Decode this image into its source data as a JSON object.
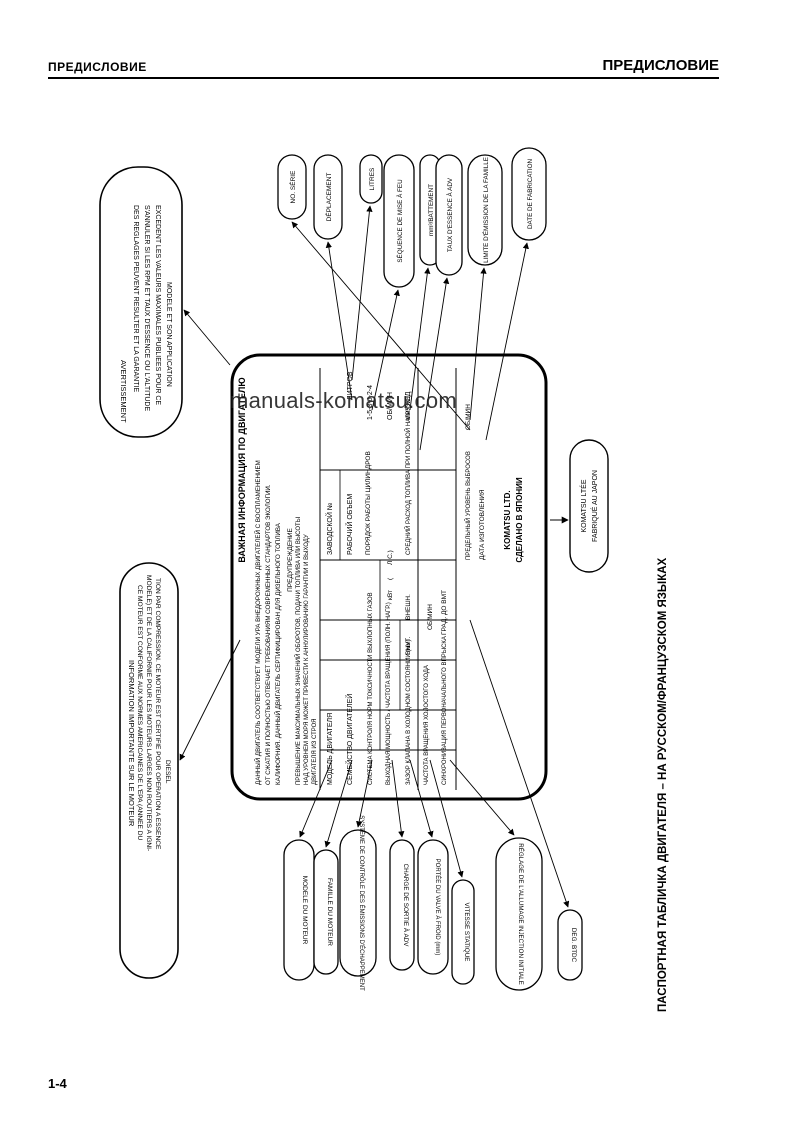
{
  "header": {
    "left": "ПРЕДИСЛОВИЕ",
    "right": "ПРЕДИСЛОВИЕ"
  },
  "page_number": "1-4",
  "watermark": "manuals-komatsu.com",
  "caption": "ПАСПОРТНАЯ ТАБЛИЧКА ДВИГАТЕЛЯ – НА РУССКОМ/ФРАНЦУЗСКОМ ЯЗЫКАХ",
  "bubble_warning": {
    "title": "AVERTISSEMENT",
    "lines": [
      "DES REGLAGES PEUVENT RESULTER ET LA GARANTIE",
      "S'ANNULER SI LES RPM ET TAUX D'ESSENCE OU L'ALTITUDE",
      "EXCEDENT LES VALEURS MAXIMALES PUBLIEES POUR CE",
      "MODELE ET SON APPLICATION"
    ]
  },
  "bubble_info": {
    "title": "INFORMATION IMPORTANTE SUR LE MOTEUR",
    "lines": [
      "CE MOTEUR EST CONFORME AUX NORMES AMERICAINES DE L'EPA (ANNEE DU",
      "MODELE) ET DE LA CALIFORNIE POUR LES MOTEURS LARGES NON ROUTIERS A IGNI-",
      "TION PAR COMPRESSION. CE MOTEUR EST CERTIFIE POUR OPERATION A ESSENCE",
      "DIESEL"
    ]
  },
  "plate": {
    "title": "ВАЖНАЯ ИНФОРМАЦИЯ ПО ДВИГАТЕЛЮ",
    "intro_lines": [
      "ДАННЫЙ ДВИГАТЕЛЬ СООТВЕТСТВУЕТ МОДЕЛИ УРА ВНЕДОРОЖНЫХ ДВИГАТЕЛЕЙ С ВОСПЛАМЕНЕНИЕМ",
      "ОТ СЖАТИЯ И ПОЛНОСТЬЮ ОТВЕЧАЕТ ТРЕБОВАНИЯМ СОВРЕМЕННЫХ СТАНДАРТОВ ЭКОЛОГИИ.",
      "КАЛИФОРНИЯ. ДАННЫЙ ДВИГАТЕЛЬ СЕРТИФИЦИРОВАН ДЛЯ ДИЗЕЛЬНОГО ТОПЛИВА"
    ],
    "warning_title": "ПРЕДУПРЕЖДЕНИЕ",
    "warning_lines": [
      "ПРЕВЫШЕНИЕ МАКСИМАЛЬНЫХ ЗНАЧЕНИЙ ОБОРОТОВ, ПОДАЧИ ТОПЛИВА ИЛИ ВЫСОТЫ",
      "НАД УРОВНЕМ МОРЯ МОЖЕТ ПРИВЕСТИ К АННУЛИРОВАНИЮ ГАРАНТИИ И ВЫХОДУ",
      "ДВИГАТЕЛЯ ИЗ СТРОЯ"
    ],
    "left_labels": [
      "МОДЕЛЬ ДВИГАТЕЛЯ",
      "СЕМЕЙСТВО ДВИГАТЕЛЕЙ",
      "СИСТЕМА КОНТРОЛЯ НОРМ ТОКСИЧНОСТИ ВЫХЛОПНЫХ ГАЗОВ",
      "ВЫХОДНАЯ МОЩНОСТЬ / ЧАСТОТА ВРАЩЕНИЯ (ПОЛН. НАГР.)",
      "ЗАЗОР КЛАПАНА В ХОЛОДНОМ СОСТОЯНИИ (мм)",
      "ЧАСТОТА ВРАЩЕНИЯ ХОЛОСТОГО ХОДА",
      "СИНХРОНИЗАЦИЯ ПЕРВОНАЧАЛЬНОГО ВПРЫСКА"
    ],
    "mid_labels": {
      "serial": "ЗАВОДСКОЙ №",
      "displacement": "РАБОЧИЙ ОБЪЕМ",
      "firing_order": "ПОРЯДОК РАБОТЫ ЦИЛИНДРОВ",
      "fuel_rate": "СРЕДНИЙ РАСХОД ТОПЛИВА ПРИ ПОЛНОЙ НАГРУЗКЕ",
      "emission_limit": "ПРЕДЕЛЬНЫЙ УРОВЕНЬ ВЫБРОСОВ",
      "date": "ДАТА ИЗГОТОВЛЕНИЯ"
    },
    "values": {
      "kw": "кВт",
      "ps": "Л.С.)",
      "open_paren": "(",
      "inner": "ВНУТ.",
      "outer": "ВНЕШН.",
      "rpm1": "ОБ/МИН",
      "rpm2": "ОБ/МИН",
      "degree": "ГРАД. ДО ВМТ",
      "liters": "ЛИТРОВ",
      "firing": "1-5-3-6-2-4",
      "per_stroke": "мм³/ХОД",
      "rpm3": "ОБ/МИН"
    },
    "maker": "KOMATSU LTD.",
    "made_in": "СДЕЛАНО В ЯПОНИИ"
  },
  "made_in_bubble": [
    "KOMATSU LTÉE",
    "FABRIQUÉ AU JAPON"
  ],
  "top_bubbles": [
    "NO. SÉRIE",
    "DÉPLACEMENT",
    "LITRES",
    "SÉQUENCE DE MISE À FEU",
    "mm³/BATTEMENT",
    "TAUX D'ESSENCE À ADV",
    "LIMITE D'ÉMISSION DE LA FAMILLE",
    "DATE DE FABRICATION"
  ],
  "bottom_bubbles": [
    "MODELE DU MOTEUR",
    "FAMILLE DU MOTEUR",
    "SYSTÈME DE CONTRÔLE DES ÉMISSIONS D'ÉCHAPPEMENT",
    "CHARGE DE SORTIE À ADV",
    "PORTÉE DU VALVE À FROID (mm)",
    "VITESSE STATIQUE",
    "RÉGLAGE DE L'ALLUMAGE INJECTION INITIALE",
    "DEG. BTDC"
  ]
}
